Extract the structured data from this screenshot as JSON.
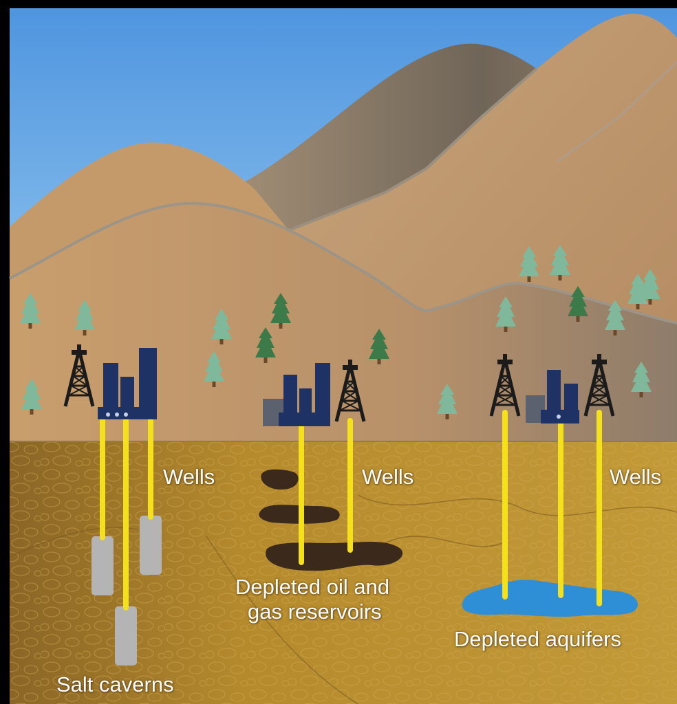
{
  "labels": {
    "wells_left": "Wells",
    "wells_center": "Wells",
    "wells_right": "Wells",
    "salt_caverns": "Salt caverns",
    "oil_gas_line1": "Depleted oil and",
    "oil_gas_line2": "gas reservoirs",
    "aquifers": "Depleted aquifers"
  },
  "colors": {
    "sky_top": "#4a90e2",
    "sky_bottom": "#a9d6f5",
    "far_mountain": "#8c7d6d",
    "near_hill": "#c49a6a",
    "underground": "#b58a2e",
    "well_pipe": "#f5e11a",
    "salt_cavern": "#b4b4b4",
    "oil_reservoir": "#3b2a1c",
    "aquifer": "#2f8fd6",
    "facility": "#1e3266",
    "tree_dark": "#3d7a4a",
    "tree_light": "#7fb89a"
  }
}
